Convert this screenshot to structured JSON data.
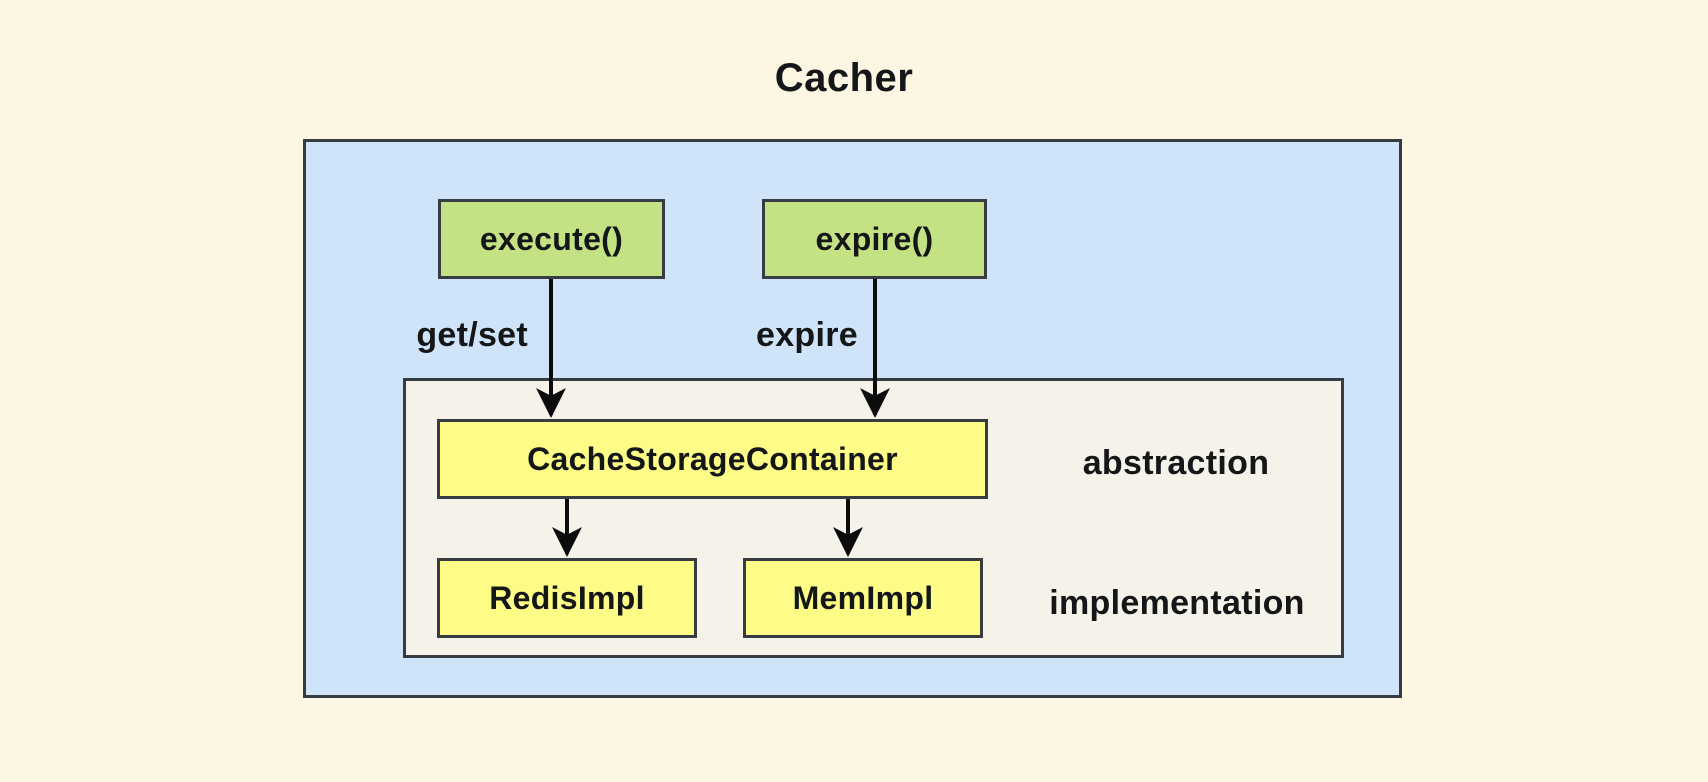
{
  "diagram": {
    "title": "Cacher",
    "methods": [
      {
        "id": "execute",
        "label": "execute()",
        "arrow_label": "get/set"
      },
      {
        "id": "expire",
        "label": "expire()",
        "arrow_label": "expire"
      }
    ],
    "container": {
      "label": "CacheStorageContainer"
    },
    "implementations": [
      {
        "label": "RedisImpl"
      },
      {
        "label": "MemImpl"
      }
    ],
    "layer_labels": {
      "abstraction": "abstraction",
      "implementation": "implementation"
    }
  },
  "colors": {
    "page-bg": "#fdf6e3",
    "outer-fill": "#cfe4f9",
    "inner-fill": "#f5f2ea",
    "method-fill": "#c3e283",
    "storage-fill": "#fcfc86",
    "border": "#363c42",
    "text": "#141618",
    "arrow": "#0c0c0c"
  }
}
